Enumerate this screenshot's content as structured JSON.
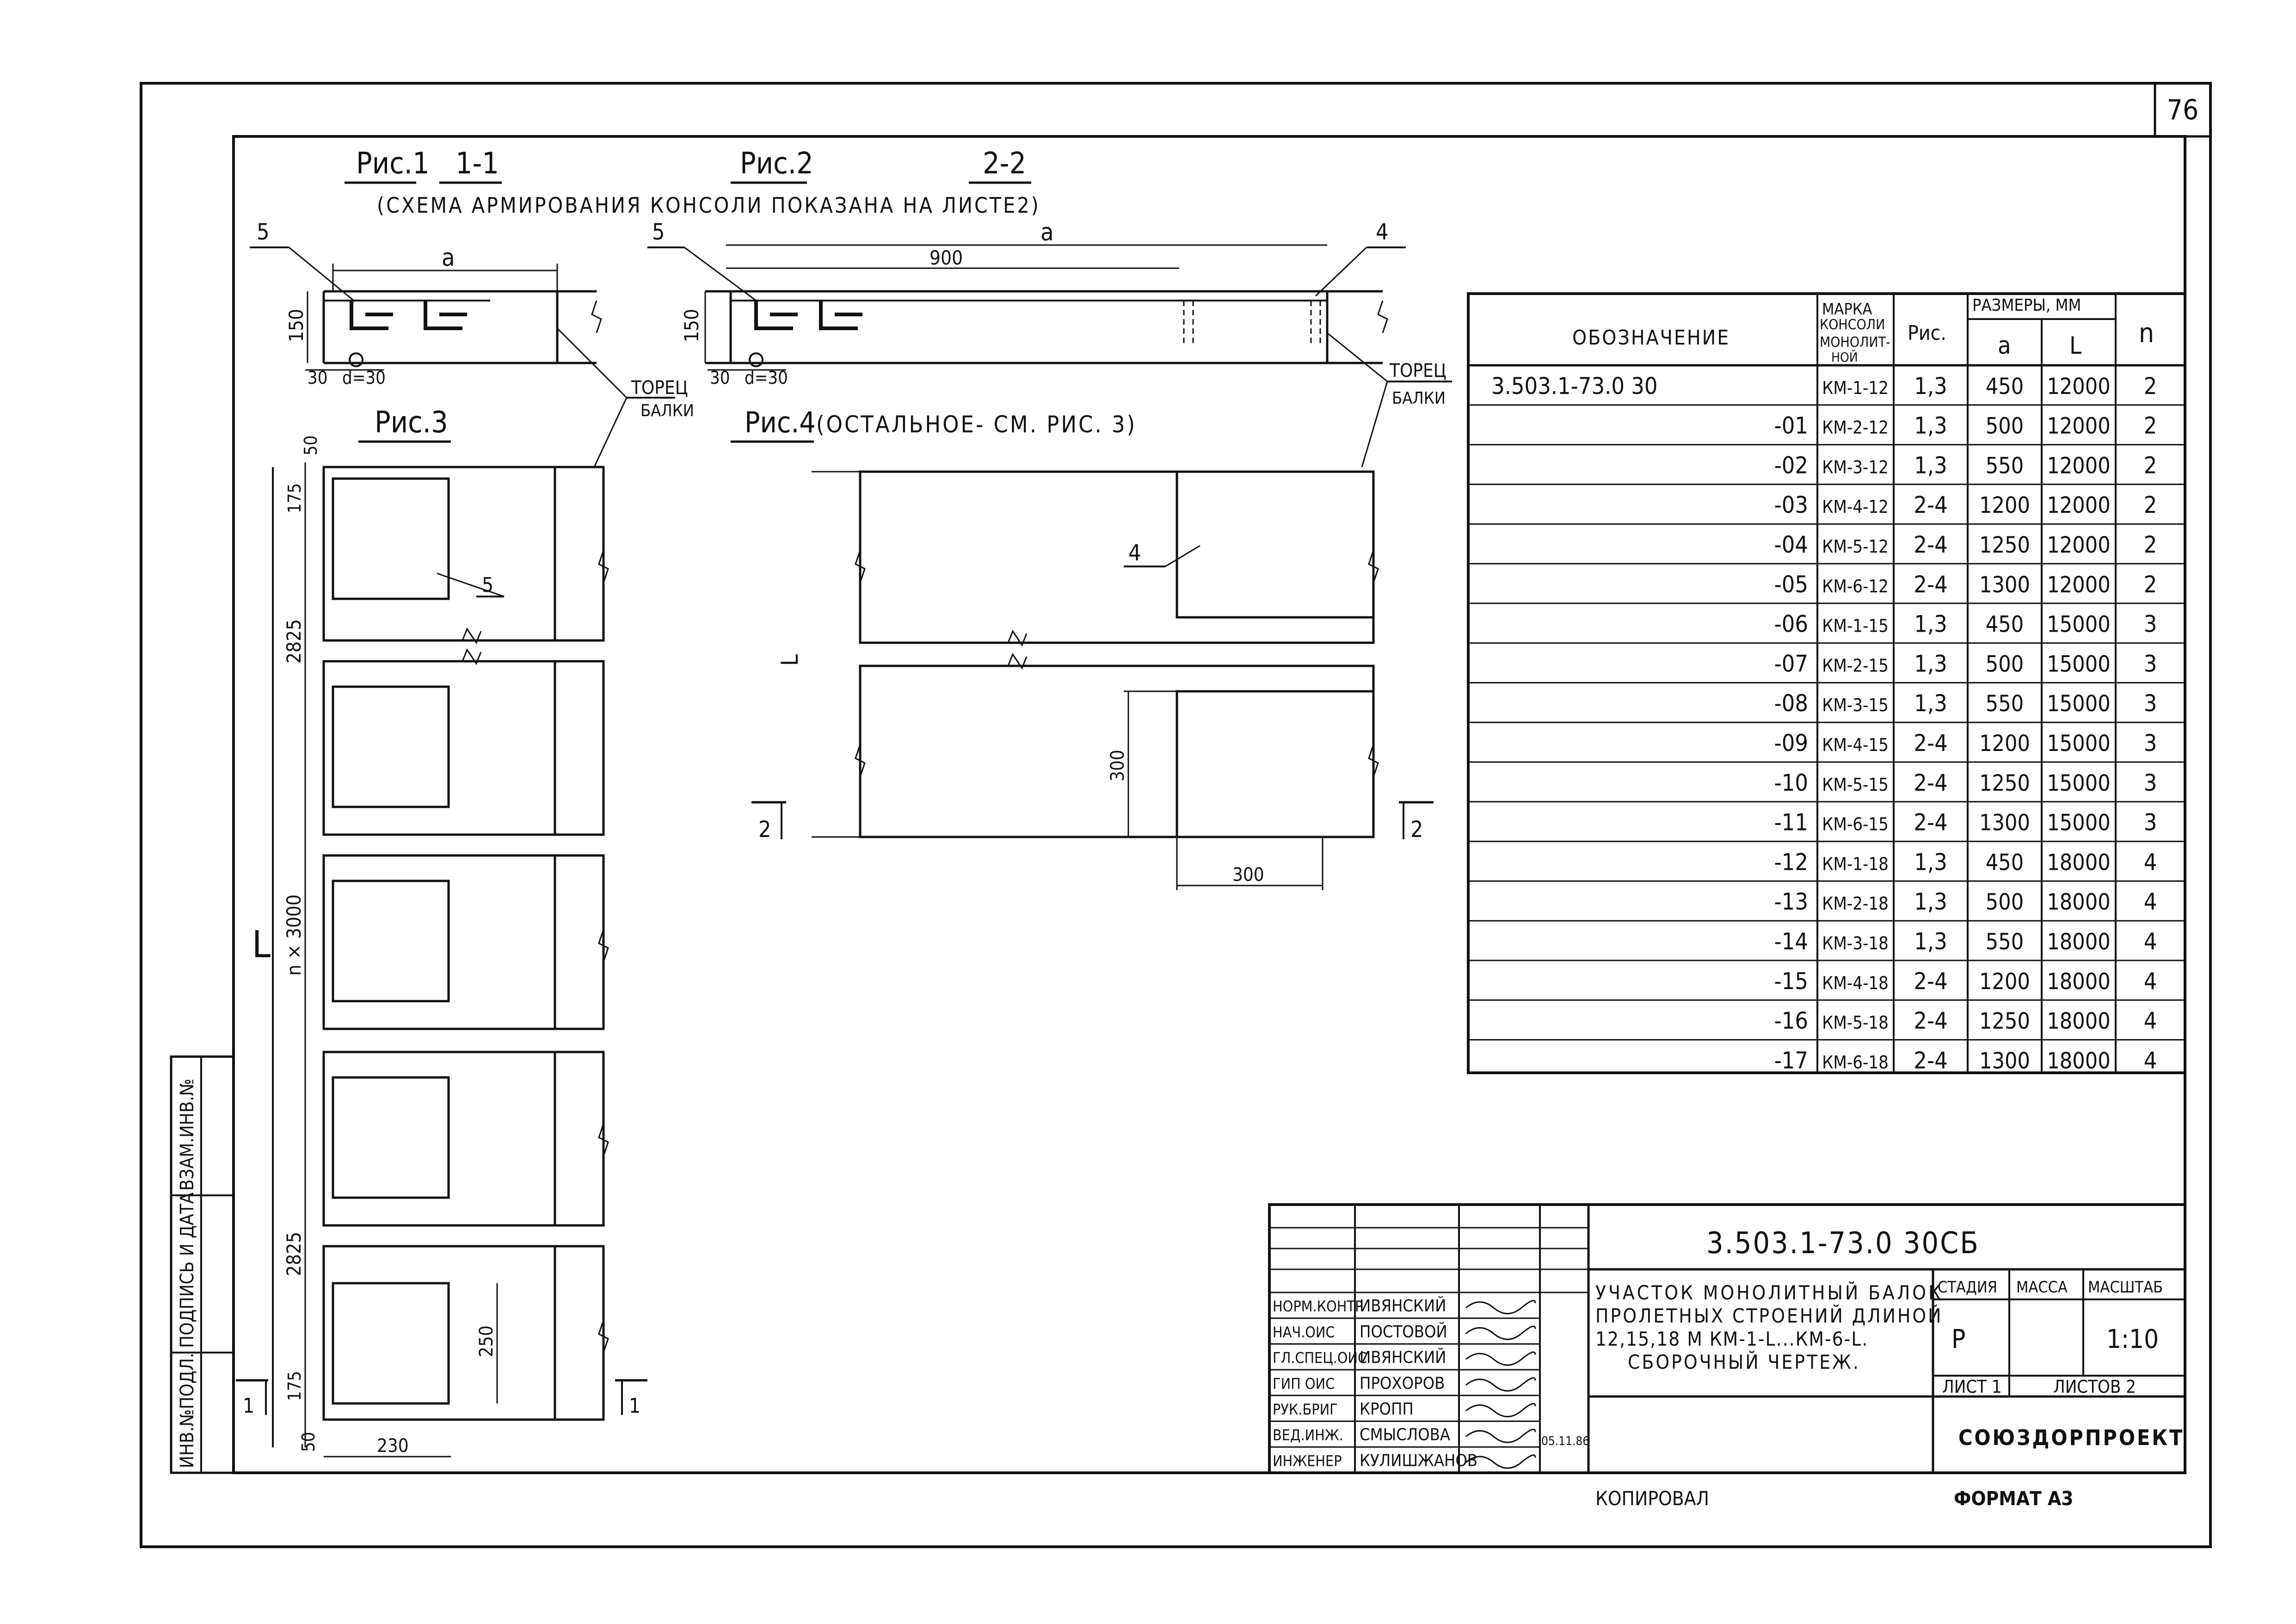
{
  "sheet_number": "76",
  "figures": {
    "fig1": {
      "title": "Рис.1",
      "section": "1-1",
      "note": "(СХЕМА АРМИРОВАНИЯ КОНСОЛИ ПОКАЗАНА НА ЛИСТЕ2)"
    },
    "fig2": {
      "title": "Рис.2",
      "section": "2-2"
    },
    "fig3": {
      "title": "Рис.3"
    },
    "fig4": {
      "title": "Рис.4",
      "note": "(ОСТАЛЬНОЕ- СМ. РИС. 3)"
    },
    "labels": {
      "pos5": "5",
      "pos4": "4",
      "dim_a": "a",
      "dim_900": "900",
      "dim_150": "150",
      "dim_30": "30",
      "dim_d30": "d=30",
      "beam_end": "ТОРЕЦ",
      "beam_end2": "БАЛКИ",
      "dim_50": "50",
      "dim_175": "175",
      "dim_2825": "2825",
      "dim_nx3000": "n × 3000",
      "dim_L": "L",
      "dim_250": "250",
      "dim_230": "230",
      "dim_300": "300",
      "cut1": "1",
      "cut2": "2"
    }
  },
  "spec_table": {
    "headers": {
      "designation": "ОБОЗНАЧЕНИЕ",
      "mark_line1": "МАРКА",
      "mark_line2": "КОНСОЛИ",
      "mark_line3": "МОНОЛИТ-",
      "mark_line4": "НОЙ",
      "fig": "Рис.",
      "sizes": "РАЗМЕРЫ, ММ",
      "a": "a",
      "L": "L",
      "n": "n"
    },
    "rows": [
      {
        "des": "3.503.1-73.0 30",
        "mark": "КМ-1-12",
        "fig": "1,3",
        "a": "450",
        "L": "12000",
        "n": "2"
      },
      {
        "des": "-01",
        "mark": "КМ-2-12",
        "fig": "1,3",
        "a": "500",
        "L": "12000",
        "n": "2"
      },
      {
        "des": "-02",
        "mark": "КМ-3-12",
        "fig": "1,3",
        "a": "550",
        "L": "12000",
        "n": "2"
      },
      {
        "des": "-03",
        "mark": "КМ-4-12",
        "fig": "2-4",
        "a": "1200",
        "L": "12000",
        "n": "2"
      },
      {
        "des": "-04",
        "mark": "КМ-5-12",
        "fig": "2-4",
        "a": "1250",
        "L": "12000",
        "n": "2"
      },
      {
        "des": "-05",
        "mark": "КМ-6-12",
        "fig": "2-4",
        "a": "1300",
        "L": "12000",
        "n": "2"
      },
      {
        "des": "-06",
        "mark": "КМ-1-15",
        "fig": "1,3",
        "a": "450",
        "L": "15000",
        "n": "3"
      },
      {
        "des": "-07",
        "mark": "КМ-2-15",
        "fig": "1,3",
        "a": "500",
        "L": "15000",
        "n": "3"
      },
      {
        "des": "-08",
        "mark": "КМ-3-15",
        "fig": "1,3",
        "a": "550",
        "L": "15000",
        "n": "3"
      },
      {
        "des": "-09",
        "mark": "КМ-4-15",
        "fig": "2-4",
        "a": "1200",
        "L": "15000",
        "n": "3"
      },
      {
        "des": "-10",
        "mark": "КМ-5-15",
        "fig": "2-4",
        "a": "1250",
        "L": "15000",
        "n": "3"
      },
      {
        "des": "-11",
        "mark": "КМ-6-15",
        "fig": "2-4",
        "a": "1300",
        "L": "15000",
        "n": "3"
      },
      {
        "des": "-12",
        "mark": "КМ-1-18",
        "fig": "1,3",
        "a": "450",
        "L": "18000",
        "n": "4"
      },
      {
        "des": "-13",
        "mark": "КМ-2-18",
        "fig": "1,3",
        "a": "500",
        "L": "18000",
        "n": "4"
      },
      {
        "des": "-14",
        "mark": "КМ-3-18",
        "fig": "1,3",
        "a": "550",
        "L": "18000",
        "n": "4"
      },
      {
        "des": "-15",
        "mark": "КМ-4-18",
        "fig": "2-4",
        "a": "1200",
        "L": "18000",
        "n": "4"
      },
      {
        "des": "-16",
        "mark": "КМ-5-18",
        "fig": "2-4",
        "a": "1250",
        "L": "18000",
        "n": "4"
      },
      {
        "des": "-17",
        "mark": "КМ-6-18",
        "fig": "2-4",
        "a": "1300",
        "L": "18000",
        "n": "4"
      }
    ]
  },
  "side_stamp": {
    "inv_orig": "ИНВ.№ПОДЛ.",
    "sign_date": "ПОДПИСЬ И ДАТА",
    "vzam_inv": "ВЗАМ.ИНВ.№"
  },
  "title_block": {
    "code": "3.503.1-73.0 30СБ",
    "title_line1": "УЧАСТОК МОНОЛИТНЫЙ БАЛОК",
    "title_line2": "ПРОЛЕТНЫХ СТРОЕНИЙ ДЛИНОЙ",
    "title_line3": "12,15,18 М  КМ-1-L...КМ-6-L.",
    "title_line4": "СБОРОЧНЫЙ ЧЕРТЕЖ.",
    "stage_label": "СТАДИЯ",
    "mass_label": "МАССА",
    "scale_label": "МАСШТАБ",
    "stage": "Р",
    "scale": "1:10",
    "sheet_label": "ЛИСТ 1",
    "sheets_label": "ЛИСТОВ 2",
    "org": "СОЮЗДОРПРОЕКТ",
    "date": "05.11.86",
    "people": [
      {
        "role": "НОРМ.КОНТР",
        "name": "ИВЯНСКИЙ"
      },
      {
        "role": "НАЧ.ОИС",
        "name": "ПОСТОВОЙ"
      },
      {
        "role": "ГЛ.СПЕЦ.ОИС",
        "name": "ИВЯНСКИЙ"
      },
      {
        "role": "ГИП ОИС",
        "name": "ПРОХОРОВ"
      },
      {
        "role": "РУК.БРИГ",
        "name": "КРОПП"
      },
      {
        "role": "ВЕД.ИНЖ.",
        "name": "СМЫСЛОВА"
      },
      {
        "role": "ИНЖЕНЕР",
        "name": "КУЛИШЖАНОВ"
      }
    ],
    "copied_label": "КОПИРОВАЛ",
    "format_label": "ФОРМАТ А3"
  }
}
